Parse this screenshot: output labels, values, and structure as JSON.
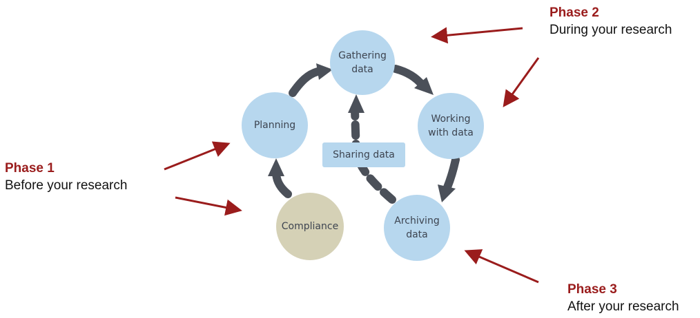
{
  "colors": {
    "cycle_arrow": "#4b5059",
    "phase_arrow": "#9a1c1c",
    "node_blue": "#b7d7ee",
    "node_tan": "#d5d1b6"
  },
  "nodes": {
    "gathering": "Gathering\ndata",
    "planning": "Planning",
    "working": "Working\nwith data",
    "compliance": "Compliance",
    "archiving": "Archiving\ndata",
    "sharing": "Sharing data"
  },
  "phases": {
    "phase1": {
      "title": "Phase 1",
      "desc": "Before your research"
    },
    "phase2": {
      "title": "Phase 2",
      "desc": "During your research"
    },
    "phase3": {
      "title": "Phase 3",
      "desc": "After your research"
    }
  }
}
